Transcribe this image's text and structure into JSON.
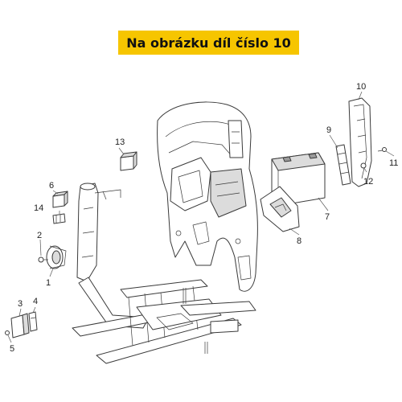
{
  "banner": {
    "title": "Na obrázku díl číslo 10",
    "color": "#f6c500"
  },
  "callouts": [
    {
      "id": "c1",
      "label": "1"
    },
    {
      "id": "c2",
      "label": "2"
    },
    {
      "id": "c3",
      "label": "3"
    },
    {
      "id": "c4",
      "label": "4"
    },
    {
      "id": "c5",
      "label": "5"
    },
    {
      "id": "c6",
      "label": "6"
    },
    {
      "id": "c7",
      "label": "7"
    },
    {
      "id": "c8",
      "label": "8"
    },
    {
      "id": "c9",
      "label": "9"
    },
    {
      "id": "c10",
      "label": "10"
    },
    {
      "id": "c11",
      "label": "11"
    },
    {
      "id": "c12",
      "label": "12"
    },
    {
      "id": "c13",
      "label": "13"
    },
    {
      "id": "c14",
      "label": "14"
    }
  ]
}
